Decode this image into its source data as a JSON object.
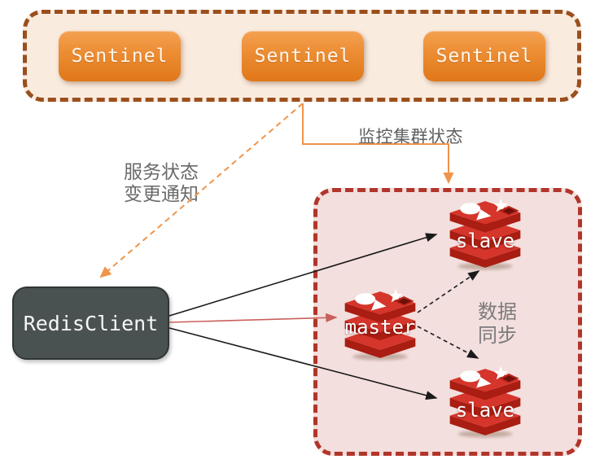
{
  "sentinel_group": {
    "items": [
      {
        "label": "Sentinel"
      },
      {
        "label": "Sentinel"
      },
      {
        "label": "Sentinel"
      }
    ]
  },
  "client": {
    "label": "RedisClient"
  },
  "cluster": {
    "master": {
      "label": "master"
    },
    "slave_top": {
      "label": "slave"
    },
    "slave_bottom": {
      "label": "slave"
    }
  },
  "labels": {
    "monitor": "监控集群状态",
    "notify_line1": "服务状态",
    "notify_line2": "变更通知",
    "sync_line1": "数据",
    "sync_line2": "同步"
  },
  "colors": {
    "sentinel_border": "#9a4f1d",
    "sentinel_fill": "#faebdf",
    "sentinel_button": "#e8832c",
    "cluster_border": "#b1352a",
    "cluster_fill": "#f3dfdd",
    "client_fill": "#4a5251",
    "redis_red": "#d5352b",
    "redis_dark": "#a91d12",
    "arrow_orange": "#f0944a",
    "arrow_red": "#c9605c",
    "arrow_black": "#1a1a1a"
  }
}
